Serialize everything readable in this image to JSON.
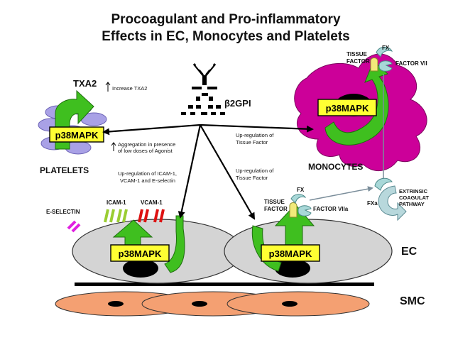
{
  "title": {
    "line1": "Procoagulant and Pro-inflammatory",
    "line2": "Effects in EC, Monocytes and Platelets"
  },
  "labels": {
    "b2gpi": "β2GPI",
    "txa2": "TXA2",
    "increase_txa2": "Increase TXA2",
    "platelets": "PLATELETS",
    "aggregation_line1": "Aggregation in presence",
    "aggregation_line2": "of low doses of Agonist",
    "icam_vcam_line1": "Up-regulation of ICAM-1,",
    "icam_vcam_line2": "VCAM-1 and E-selectin",
    "tf_up_mono_line1": "Up-regulation of",
    "tf_up_mono_line2": "Tissue Factor",
    "tf_up_ec_line1": "Up-regulation of",
    "tf_up_ec_line2": "Tissue Factor",
    "monocytes": "MONOCYTES",
    "tissue_factor_mono_line1": "TISSUE",
    "tissue_factor_mono_line2": "FACTOR",
    "fx_mono": "FX",
    "factor_vii": "FACTOR VII",
    "e_selectin": "E-SELECTIN",
    "icam1": "ICAM-1",
    "vcam1": "VCAM-1",
    "tissue_factor_ec_line1": "TISSUE",
    "tissue_factor_ec_line2": "FACTOR",
    "fx_ec": "FX",
    "factor_viia": "FACTOR VIIa",
    "fxa": "FXa",
    "extrinsic_line1": "EXTRINSIC",
    "extrinsic_line2": "COAGULAT",
    "extrinsic_line3": "PATHWAY",
    "ec": "EC",
    "smc": "SMC",
    "p38_platelet": "p38MAPK",
    "p38_monocyte": "p38MAPK",
    "p38_ec_left": "p38MAPK",
    "p38_ec_right": "p38MAPK"
  },
  "colors": {
    "arrow_green": "#3fbf1f",
    "mapk_box": "#ffff33",
    "monocyte": "#cc0099",
    "platelet": "#a9a1e6",
    "ec_cell": "#d4d4d4",
    "smc_cell": "#f4a072",
    "e_selectin": "#e020e0",
    "icam": "#9acd32",
    "vcam": "#dd1111",
    "tissue_factor": "#f2ea7a",
    "fx": "#a8d8d8"
  }
}
